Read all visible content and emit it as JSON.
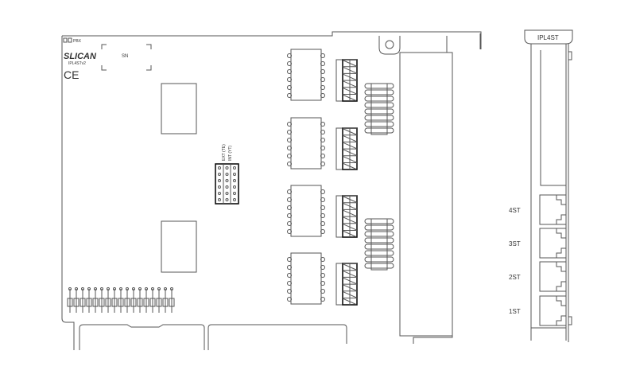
{
  "board": {
    "brand": "SLICAN",
    "model": "IPL4STv2",
    "ce_mark": "CE",
    "sn_label": "SN",
    "jumper_labels": [
      "EXT (TE)",
      "INT (YT)"
    ]
  },
  "front_panel": {
    "title": "IPL4ST",
    "ports": [
      {
        "label": "4ST"
      },
      {
        "label": "3ST"
      },
      {
        "label": "2ST"
      },
      {
        "label": "1ST"
      }
    ]
  }
}
